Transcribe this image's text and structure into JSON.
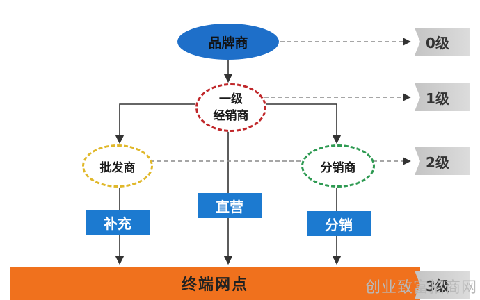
{
  "nodes": {
    "brand": "品牌商",
    "level1_line1": "一级",
    "level1_line2": "经销商",
    "wholesaler": "批发商",
    "sub_distributor": "分销商"
  },
  "channels": {
    "replenish": "补充",
    "direct": "直营",
    "distribution": "分销"
  },
  "terminal": "终端网点",
  "levels": [
    "0级",
    "1级",
    "2级",
    "3级"
  ],
  "watermark": "创业致富招商网",
  "colors": {
    "brand_fill": "#1e6fc9",
    "level1_border": "#c0282b",
    "wholesaler_border": "#e0b82a",
    "sub_border": "#2e9a52",
    "tag_fill": "#1c7ad0",
    "terminal_fill": "#f0711d",
    "level_tag_fill": "#c4c4c4"
  }
}
